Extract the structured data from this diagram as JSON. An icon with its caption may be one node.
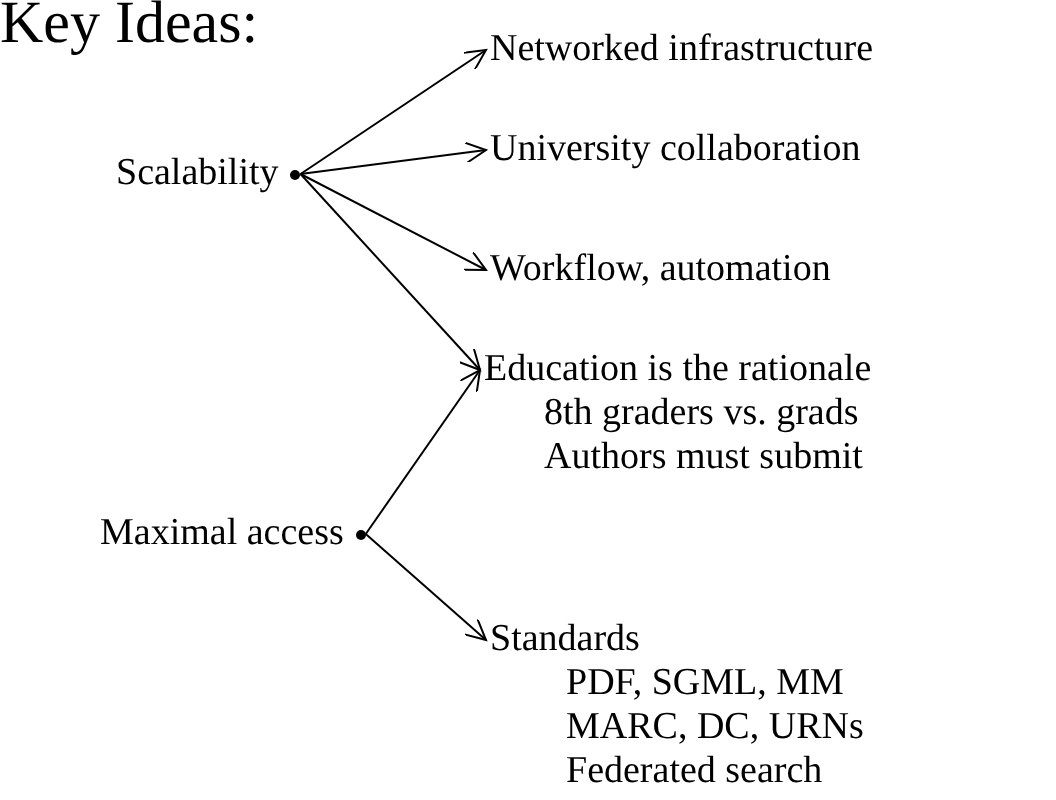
{
  "diagram": {
    "title": "Key Ideas:",
    "nodes": [
      {
        "text": [
          "Scalability"
        ]
      },
      {
        "text": [
          "Networked infrastructure"
        ]
      },
      {
        "text": [
          "University collaboration"
        ]
      },
      {
        "text": [
          "Workflow, automation"
        ]
      },
      {
        "text": [
          "Education is the rationale",
          "8th graders vs. grads",
          "Authors must submit"
        ]
      },
      {
        "text": [
          "Maximal access"
        ]
      },
      {
        "text": [
          "Standards",
          "PDF, SGML, MM",
          "MARC, DC, URNs",
          "Federated search"
        ]
      }
    ],
    "edges": [
      {
        "from": 0,
        "to": 1,
        "arrow": "to"
      },
      {
        "from": 0,
        "to": 2,
        "arrow": "to"
      },
      {
        "from": 0,
        "to": 3,
        "arrow": "to"
      },
      {
        "from": 0,
        "to": 4,
        "arrow": "to"
      },
      {
        "from": 5,
        "to": 4,
        "arrow": "to"
      },
      {
        "from": 5,
        "to": 6,
        "arrow": "to"
      }
    ]
  }
}
